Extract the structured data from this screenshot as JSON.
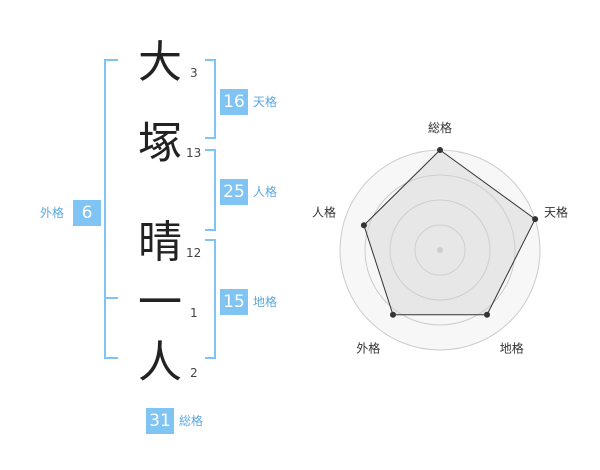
{
  "name_chars": [
    {
      "char": "大",
      "strokes": "3"
    },
    {
      "char": "塚",
      "strokes": "13"
    },
    {
      "char": "晴",
      "strokes": "12"
    },
    {
      "char": "一",
      "strokes": "1"
    },
    {
      "char": "人",
      "strokes": "2"
    }
  ],
  "scores": {
    "tenkaku": {
      "value": "16",
      "label": "天格"
    },
    "jinkaku": {
      "value": "25",
      "label": "人格"
    },
    "chikaku": {
      "value": "15",
      "label": "地格"
    },
    "gaikaku": {
      "value": "6",
      "label": "外格"
    },
    "soukaku": {
      "value": "31",
      "label": "総格"
    }
  },
  "radar": {
    "axes": [
      "総格",
      "天格",
      "地格",
      "外格",
      "人格"
    ],
    "values": [
      1.0,
      1.0,
      0.8,
      0.8,
      0.8
    ],
    "rings": 4
  },
  "colors": {
    "accent": "#7fc4f2",
    "bracket": "#7fc4f2",
    "label": "#5aa8e0"
  }
}
